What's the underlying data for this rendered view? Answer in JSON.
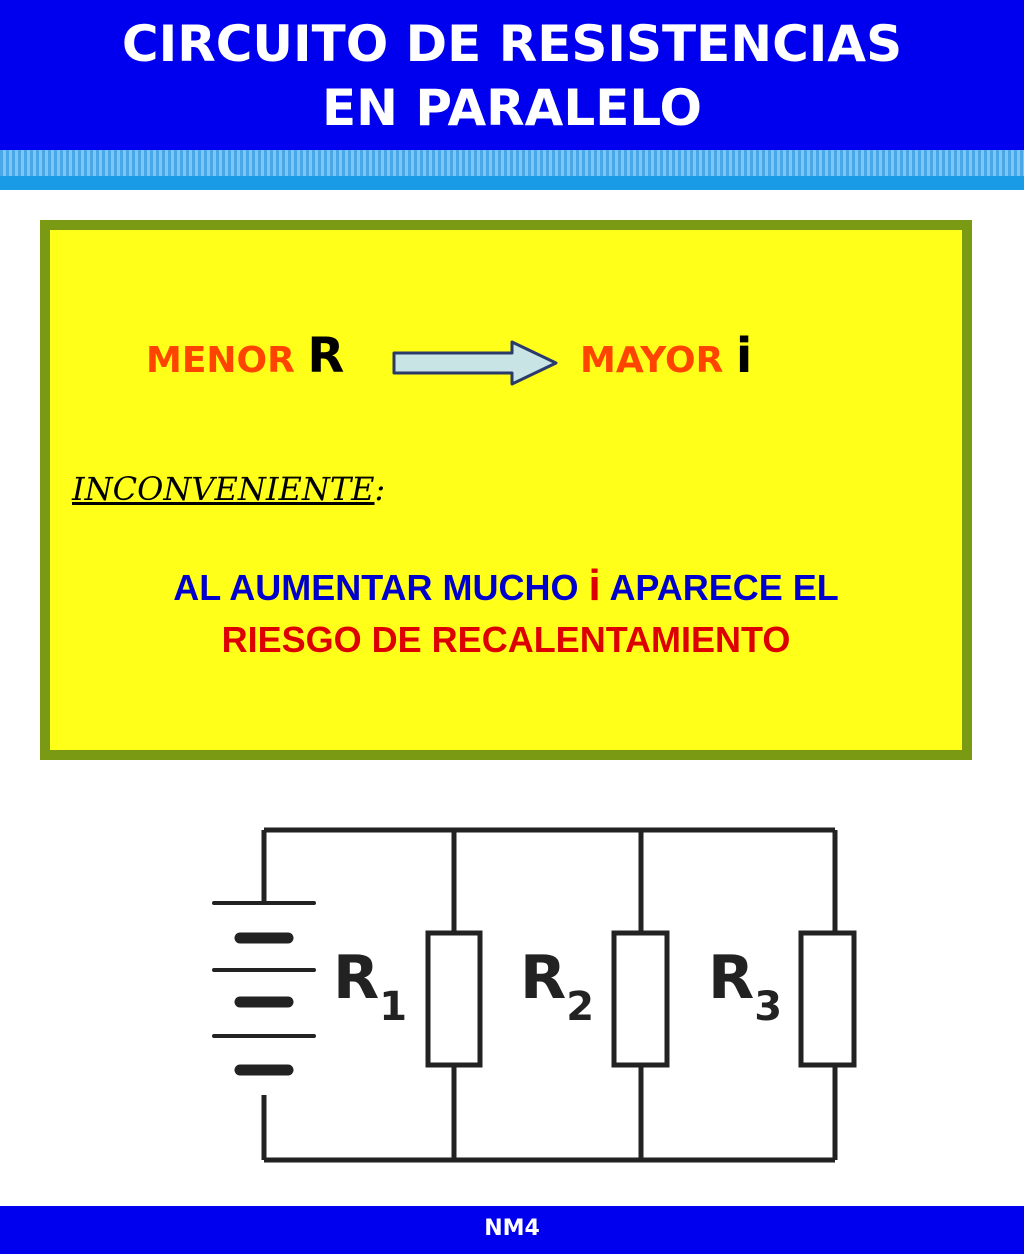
{
  "header": {
    "title_line1": "CIRCUITO DE RESISTENCIAS",
    "title_line2": "EN PARALELO",
    "background": "#0000ee"
  },
  "box": {
    "menor_label": "MENOR",
    "menor_symbol": "R",
    "mayor_label": "MAYOR",
    "mayor_symbol": "i",
    "inconveniente_label": "INCONVENIENTE",
    "inconveniente_colon": ":",
    "warning_part1": "AL AUMENTAR MUCHO",
    "warning_symbol": "i",
    "warning_part2": "APARECE EL",
    "warning_line2": "RIESGO DE RECALENTAMIENTO",
    "background": "#ffff1a",
    "border": "#7a9a14"
  },
  "circuit": {
    "resistors": [
      {
        "letter": "R",
        "index": "1"
      },
      {
        "letter": "R",
        "index": "2"
      },
      {
        "letter": "R",
        "index": "3"
      }
    ]
  },
  "footer": {
    "label": "NM4"
  }
}
